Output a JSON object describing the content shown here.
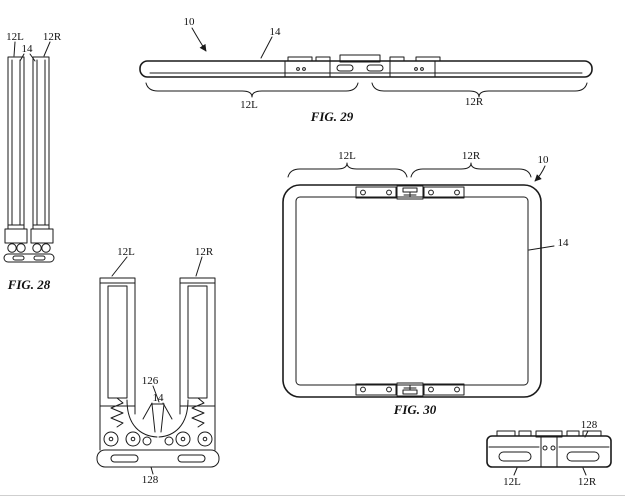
{
  "page": {
    "background": "#ffffff",
    "ink": "#1a1a1a"
  },
  "figures": {
    "fig28": {
      "caption": "FIG. 28",
      "label_12L": "12L",
      "label_12R": "12R",
      "label_14": "14"
    },
    "fig29": {
      "caption": "FIG. 29",
      "label_10": "10",
      "label_14": "14",
      "label_12L": "12L",
      "label_12R": "12R"
    },
    "fig30": {
      "caption": "FIG. 30",
      "label_10": "10",
      "label_14": "14",
      "label_12L": "12L",
      "label_12R": "12R"
    },
    "fig31": {
      "label_12L": "12L",
      "label_12R": "12R",
      "label_126": "126",
      "label_14": "14",
      "label_128": "128"
    },
    "fig32": {
      "label_128": "128",
      "label_12L": "12L",
      "label_12R": "12R"
    }
  }
}
